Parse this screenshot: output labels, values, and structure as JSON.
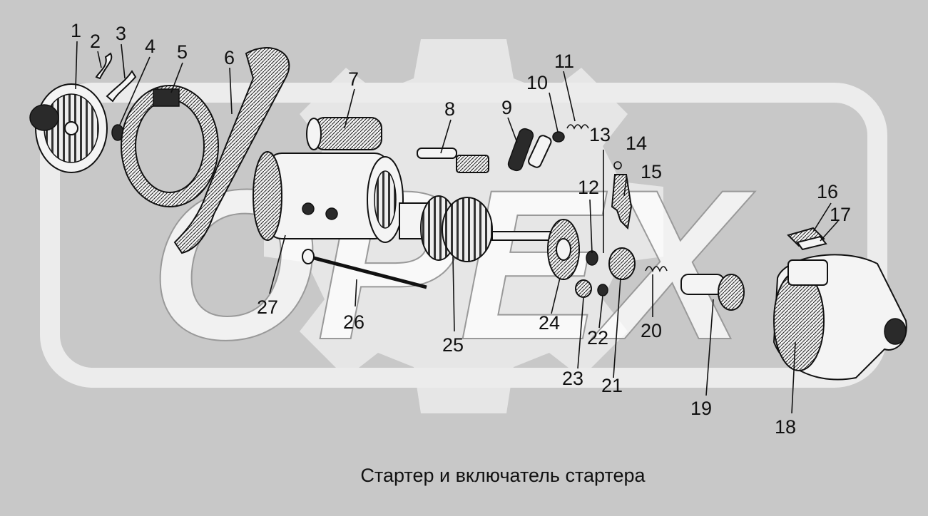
{
  "caption": "Стартер и включатель стартера",
  "watermark": "OPEX",
  "part_numbers": [
    "1",
    "2",
    "3",
    "4",
    "5",
    "6",
    "7",
    "8",
    "9",
    "10",
    "11",
    "12",
    "13",
    "14",
    "15",
    "16",
    "17",
    "18",
    "19",
    "20",
    "21",
    "22",
    "23",
    "24",
    "25",
    "26",
    "27"
  ],
  "colors": {
    "background": "#c8c8c8",
    "watermark": "#e6e6e6",
    "ink": "#111111"
  }
}
